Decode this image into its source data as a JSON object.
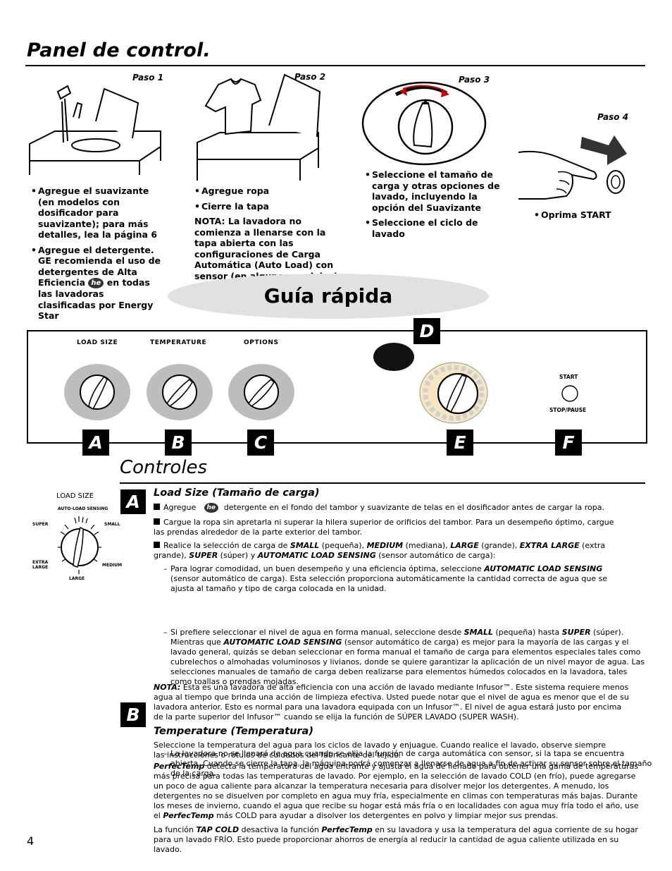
{
  "page": {
    "title": "Panel de control.",
    "page_number": "4"
  },
  "steps": [
    {
      "label": "Paso 1",
      "items": [
        "Agregue el suavizante (en modelos con dosificador para suavizante); para más detalles, lea la página 6",
        "Agregue el detergente. GE recomienda el uso de detergentes de Alta Eficiencia",
        "en todas las lavadoras clasificadas por Energy Star"
      ]
    },
    {
      "label": "Paso 2",
      "items": [
        "Agregue ropa",
        "Cierre la tapa"
      ],
      "note": "NOTA: La lavadora no comienza a llenarse con la tapa abierta con las configuraciones de Carga Automática (Auto Load) con sensor (en algunos modelos)."
    },
    {
      "label": "Paso 3",
      "items": [
        "Seleccione el tamaño de carga y otras opciones de lavado, incluyendo la opción del Suavizante",
        "Seleccione el ciclo de lavado"
      ]
    },
    {
      "label": "Paso 4",
      "items": [
        "Oprima START"
      ]
    }
  ],
  "he_logo_text": "he",
  "quick_guide": "Guía rápida",
  "control_panel": {
    "knobs": [
      "LOAD SIZE",
      "TEMPERATURE",
      "OPTIONS"
    ],
    "start_label": "START",
    "stop_label": "STOP/PAUSE",
    "letters": [
      "A",
      "B",
      "C",
      "D",
      "E",
      "F"
    ]
  },
  "controles": {
    "heading": "Controles",
    "load_size_dial": {
      "title": "LOAD SIZE",
      "positions": [
        "AUTO-LOAD SENSING",
        "SMALL",
        "MEDIUM",
        "LARGE",
        "EXTRA LARGE",
        "SUPER"
      ]
    },
    "section_a": {
      "letter": "A",
      "heading": "Load Size (Tamaño de carga)",
      "b1_pre": "Agregue",
      "b1_post": "detergente en el fondo del tambor y suavizante de telas en el dosificador antes de cargar la ropa.",
      "b2": "Cargue la ropa sin apretarla ni superar la hilera superior de orificios del tambor. Para un desempeño óptimo, cargue las prendas alrededor de la parte exterior del tambor.",
      "b3": [
        {
          "t": "Realice la selección de carga de ",
          "b": false
        },
        {
          "t": "SMALL",
          "b": true
        },
        {
          "t": " (pequeña), ",
          "b": false
        },
        {
          "t": "MEDIUM",
          "b": true
        },
        {
          "t": " (mediana), ",
          "b": false
        },
        {
          "t": "LARGE",
          "b": true
        },
        {
          "t": " (grande), ",
          "b": false
        },
        {
          "t": "EXTRA LARGE",
          "b": true
        },
        {
          "t": " (extra grande), ",
          "b": false
        },
        {
          "t": "SUPER",
          "b": true
        },
        {
          "t": " (súper) y ",
          "b": false
        },
        {
          "t": "AUTOMATIC LOAD SENSING",
          "b": true
        },
        {
          "t": " (sensor automático de carga):",
          "b": false
        }
      ],
      "d1": [
        {
          "t": "Para lograr comodidad, un buen desempeño y una eficiencia óptima, seleccione ",
          "b": false
        },
        {
          "t": "AUTOMATIC LOAD SENSING",
          "b": true
        },
        {
          "t": " (sensor automático de carga). Esta selección proporciona automáticamente la cantidad correcta de agua que se ajusta al tamaño y tipo de carga colocada en la unidad.",
          "b": false
        }
      ],
      "d2": [
        {
          "t": "Si prefiere seleccionar el nivel de agua en forma manual, seleccione desde ",
          "b": false
        },
        {
          "t": "SMALL",
          "b": true
        },
        {
          "t": " (pequeña) hasta ",
          "b": false
        },
        {
          "t": "SUPER",
          "b": true
        },
        {
          "t": " (súper). Mientras que ",
          "b": false
        },
        {
          "t": "AUTOMATIC LOAD SENSING",
          "b": true
        },
        {
          "t": " (sensor automático de carga) es mejor para la mayoría de las cargas y el lavado general, quizás se deban seleccionar en forma manual el tamaño de carga para elementos especiales tales como cubrelechos o almohadas voluminosos y livianos, donde se quiere garantizar la aplicación de un nivel mayor de agua. Las selecciones manuales de tamaño de carga deben realizarse para elementos húmedos colocados en la lavadora, tales como toallas o prendas mojadas.",
          "b": false
        }
      ],
      "d3": "La lavadora no se llenará de agua cuando se elija la función de carga automática con sensor, si la tapa se encuentra abierta. Cuando se cierre la tapa, la máquina podrá comenzar a llenarse de agua a fin de activar su sensor sobre el tamaño de la carga.",
      "note_label": "NOTA:",
      "note_text": "Esta es una lavadora de alta eficiencia con una acción de lavado mediante Infusor™. Este sistema requiere menos agua al tiempo que brinda una acción de limpieza efectiva. Usted puede notar que el nivel de agua es menor que el de su lavadora anterior. Esto es normal para una lavadora equipada con un Infusor™. El nivel de agua estará justo por encima de la parte superior del Infusor™ cuando se elija la función de SÚPER LAVADO (SUPER WASH)."
    },
    "section_b": {
      "letter": "B",
      "heading": "Temperature (Temperatura)",
      "p1": "Seleccione la temperatura del agua para los ciclos de lavado y enjuague. Cuando realice el lavado, observe siempre las instrucciones o rótulos de cuidados del fabricante del tejido.",
      "p2": [
        {
          "t": "PerfecTemp",
          "b": true
        },
        {
          "t": " detecta la temperatura del agua entrante y ajusta el agua de llenado para obtener una gama de temperaturas más precisa para todas las temperaturas de lavado. Por ejemplo, en la selección de lavado COLD (en frío), puede agregarse un poco de agua caliente para alcanzar la temperatura necesaria para disolver mejor los detergentes. A menudo, los detergentes no se disuelven por completo en agua muy fría, especialmente en climas con temperaturas más bajas. Durante los meses de invierno, cuando el agua que recibe su hogar está más fría o en localidades con agua muy fría todo el año, use el ",
          "b": false
        },
        {
          "t": "PerfecTemp",
          "b": true
        },
        {
          "t": " más COLD para ayudar a disolver los detergentes en polvo y limpiar mejor sus prendas.",
          "b": false
        }
      ],
      "p3": [
        {
          "t": "La función ",
          "b": false
        },
        {
          "t": "TAP COLD",
          "b": true
        },
        {
          "t": " desactiva la función ",
          "b": false
        },
        {
          "t": "PerfecTemp",
          "b": true
        },
        {
          "t": " en su lavadora y usa la temperatura del agua corriente de su hogar para un lavado FRÍO. Esto puede proporcionar ahorros de energía al reducir la cantidad de agua caliente utilizada en su lavado.",
          "b": false
        }
      ]
    }
  }
}
